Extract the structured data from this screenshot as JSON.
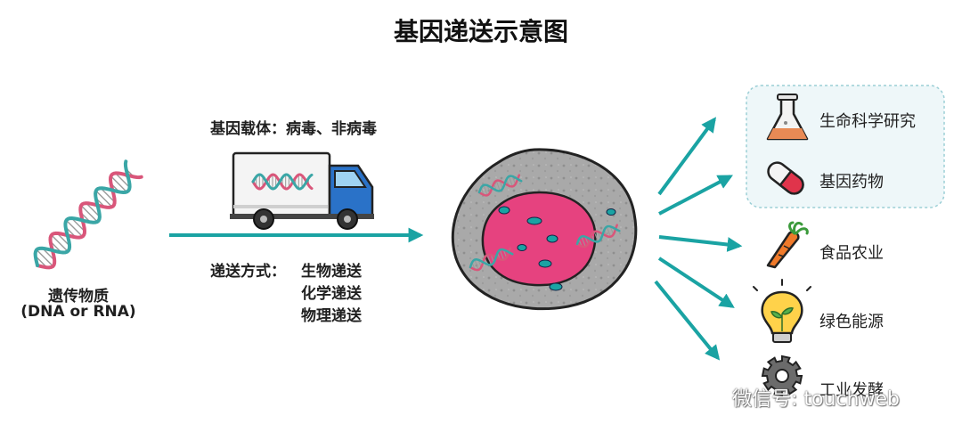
{
  "title": "基因递送示意图",
  "vector_label": "基因载体：病毒、非病毒",
  "genetic_material": {
    "line1": "遗传物质",
    "line2": "(DNA or RNA)"
  },
  "delivery": {
    "label": "递送方式：",
    "methods": [
      "生物递送",
      "化学递送",
      "物理递送"
    ]
  },
  "applications": [
    {
      "label": "生命科学研究",
      "icon": "flask-icon"
    },
    {
      "label": "基因药物",
      "icon": "pill-capsule-icon"
    },
    {
      "label": "食品农业",
      "icon": "carrot-icon"
    },
    {
      "label": "绿色能源",
      "icon": "lightbulb-sprout-icon"
    },
    {
      "label": "工业发酵",
      "icon": "gear-icon"
    }
  ],
  "watermark": "微信号: touchweb",
  "colors": {
    "arrow": "#1aa3a3",
    "dna_pink": "#d9567a",
    "dna_teal": "#3aa6a6",
    "cell_gray": "#aaaaaa",
    "nucleus_pink": "#e6427f",
    "truck_blue": "#2a72c8",
    "highlight_box_bg": "#eef7f9"
  }
}
